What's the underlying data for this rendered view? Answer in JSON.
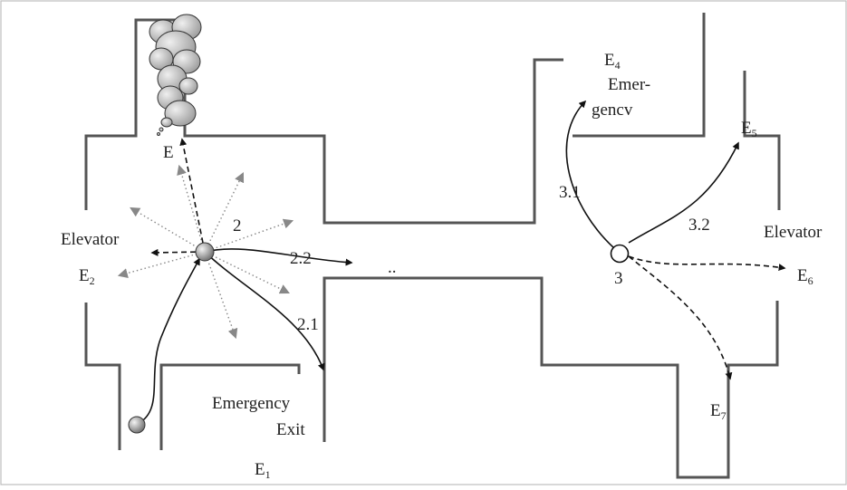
{
  "exits": {
    "e1": {
      "base": "E",
      "sub": "1"
    },
    "e2": {
      "base": "E",
      "sub": "2"
    },
    "e4": {
      "base": "E",
      "sub": "4"
    },
    "e5": {
      "base": "E",
      "sub": "5"
    },
    "e6": {
      "base": "E",
      "sub": "6"
    },
    "e7": {
      "base": "E",
      "sub": "7"
    },
    "e_top": {
      "base": "E"
    }
  },
  "labels": {
    "elevator_left": "Elevator",
    "elevator_right": "Elevator",
    "emergency_line1": "Emergency",
    "emergency_line2": "Exit",
    "emer_line1": "Emer-",
    "emer_line2": "gencv",
    "ellipsis": "..",
    "node2": "2",
    "node3": "3",
    "path_2_1": "2.1",
    "path_2_2": "2.2",
    "path_3_1": "3.1",
    "path_3_2": "3.2"
  },
  "colors": {
    "wall": "#555555",
    "path": "#111111",
    "dotted_arrow": "#888888",
    "smoke": "#c8c8c8"
  }
}
